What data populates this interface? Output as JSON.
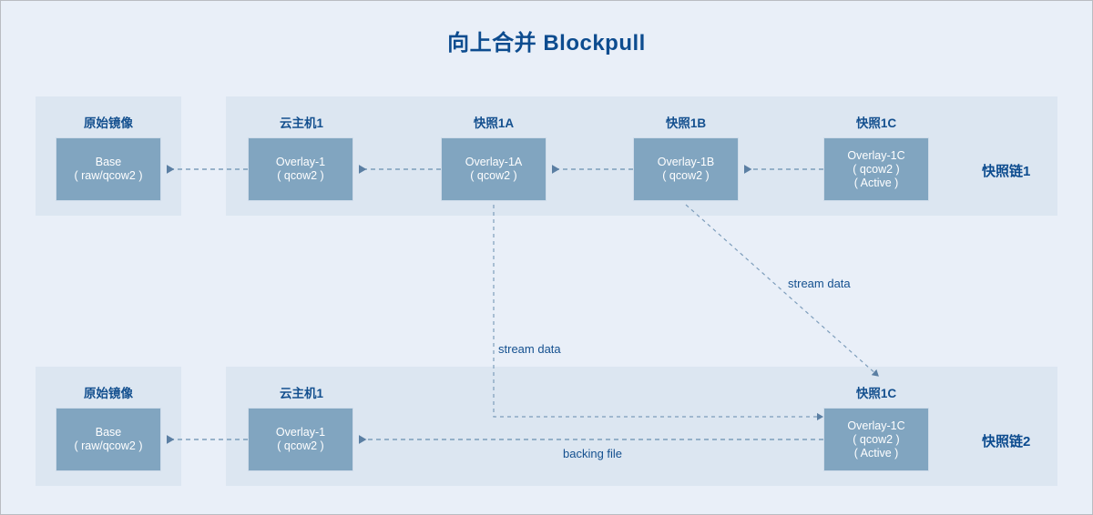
{
  "page": {
    "title": "向上合并 Blockpull",
    "background": "#e9eff8",
    "band_color": "#dce6f1",
    "node_fill": "#81a5c0",
    "accent": "#0d4c8f",
    "wire_color": "#7d9dbb"
  },
  "chains": [
    {
      "id": "chain1",
      "label": "快照链1"
    },
    {
      "id": "chain2",
      "label": "快照链2"
    }
  ],
  "columns": {
    "base": "原始镜像",
    "host": "云主机1",
    "snap_a": "快照1A",
    "snap_b": "快照1B",
    "snap_c": "快照1C"
  },
  "top_row": {
    "caption_base": "原始镜像",
    "caption_host": "云主机1",
    "caption_snap_a": "快照1A",
    "caption_snap_b": "快照1B",
    "caption_snap_c": "快照1C",
    "nodes": [
      {
        "id": "base",
        "lines": [
          "Base",
          "( raw/qcow2 )"
        ]
      },
      {
        "id": "overlay1",
        "lines": [
          "Overlay-1",
          "( qcow2 )"
        ]
      },
      {
        "id": "overlay1a",
        "lines": [
          "Overlay-1A",
          "( qcow2 )"
        ]
      },
      {
        "id": "overlay1b",
        "lines": [
          "Overlay-1B",
          "( qcow2 )"
        ]
      },
      {
        "id": "overlay1c",
        "lines": [
          "Overlay-1C",
          "( qcow2 )",
          "( Active )"
        ]
      }
    ]
  },
  "bottom_row": {
    "caption_base": "原始镜像",
    "caption_host": "云主机1",
    "caption_snap_c": "快照1C",
    "nodes": [
      {
        "id": "base2",
        "lines": [
          "Base",
          "( raw/qcow2 )"
        ]
      },
      {
        "id": "overlay1_b",
        "lines": [
          "Overlay-1",
          "( qcow2 )"
        ]
      },
      {
        "id": "overlay1c_b",
        "lines": [
          "Overlay-1C",
          "( qcow2 )",
          "( Active )"
        ]
      }
    ]
  },
  "edges": {
    "stream_data_diagonal": "stream data",
    "stream_data_vertical": "stream data",
    "backing_file": "backing file"
  }
}
